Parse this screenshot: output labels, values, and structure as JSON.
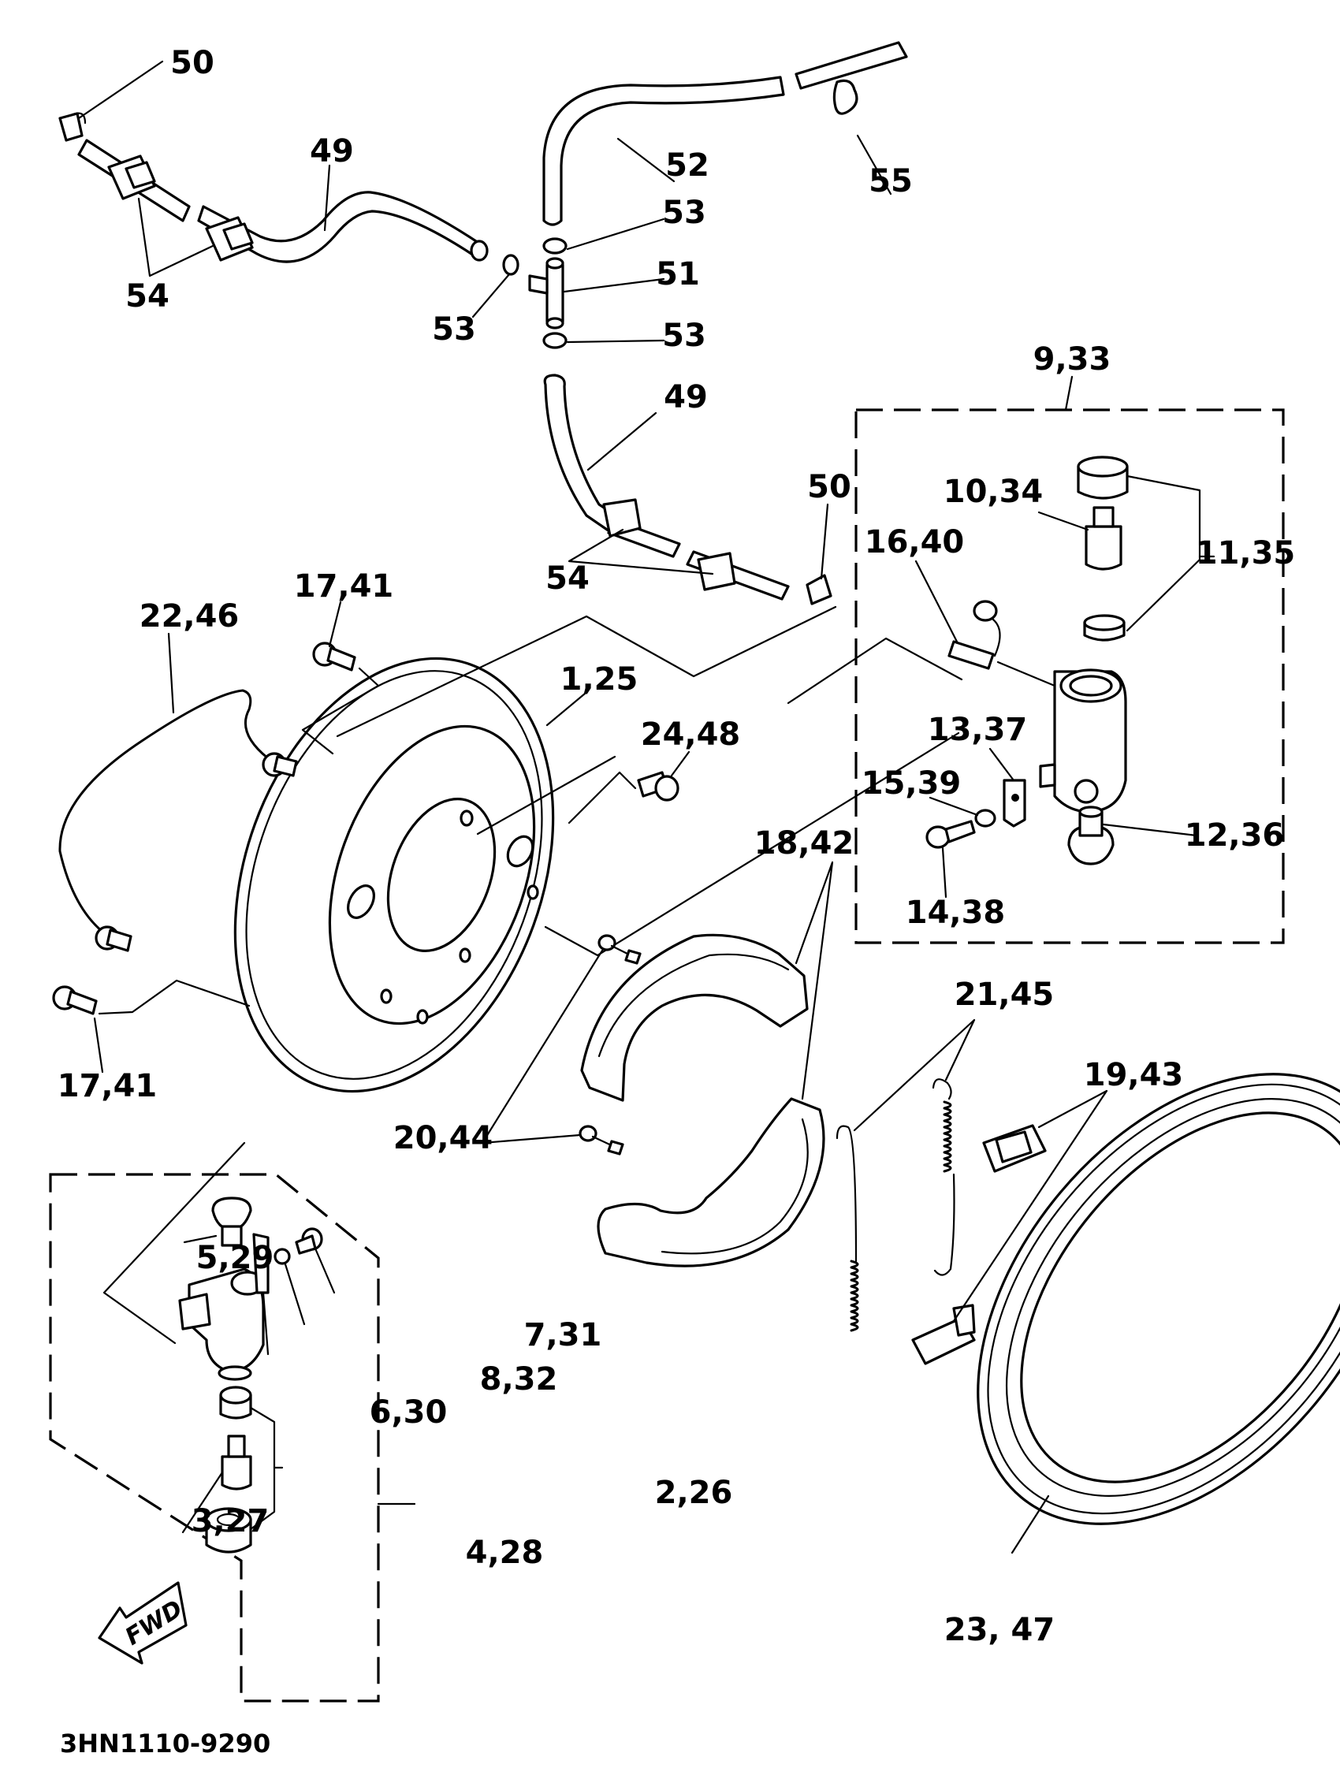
{
  "diagram": {
    "title": "Brake drum assembly parts diagram",
    "diagram_code": "3HN1110-9290",
    "direction_indicator": "FWD",
    "callouts": {
      "c50a": "50",
      "c49a": "49",
      "c54a": "54",
      "c52": "52",
      "c55": "55",
      "c53a": "53",
      "c51": "51",
      "c53b": "53",
      "c53c": "53",
      "c49b": "49",
      "c50b": "50",
      "c54b": "54",
      "c9_33": "9,33",
      "c10_34": "10,34",
      "c11_35": "11,35",
      "c16_40": "16,40",
      "c13_37": "13,37",
      "c15_39": "15,39",
      "c12_36": "12,36",
      "c14_38": "14,38",
      "c17_41a": "17,41",
      "c22_46": "22,46",
      "c1_25": "1,25",
      "c24_48": "24,48",
      "c18_42": "18,42",
      "c17_41b": "17,41",
      "c21_45": "21,45",
      "c19_43": "19,43",
      "c20_44": "20,44",
      "c5_29": "5,29",
      "c7_31": "7,31",
      "c8_32": "8,32",
      "c6_30": "6,30",
      "c2_26": "2,26",
      "c3_27": "3,27",
      "c4_28": "4,28",
      "c23_47": "23, 47"
    }
  }
}
